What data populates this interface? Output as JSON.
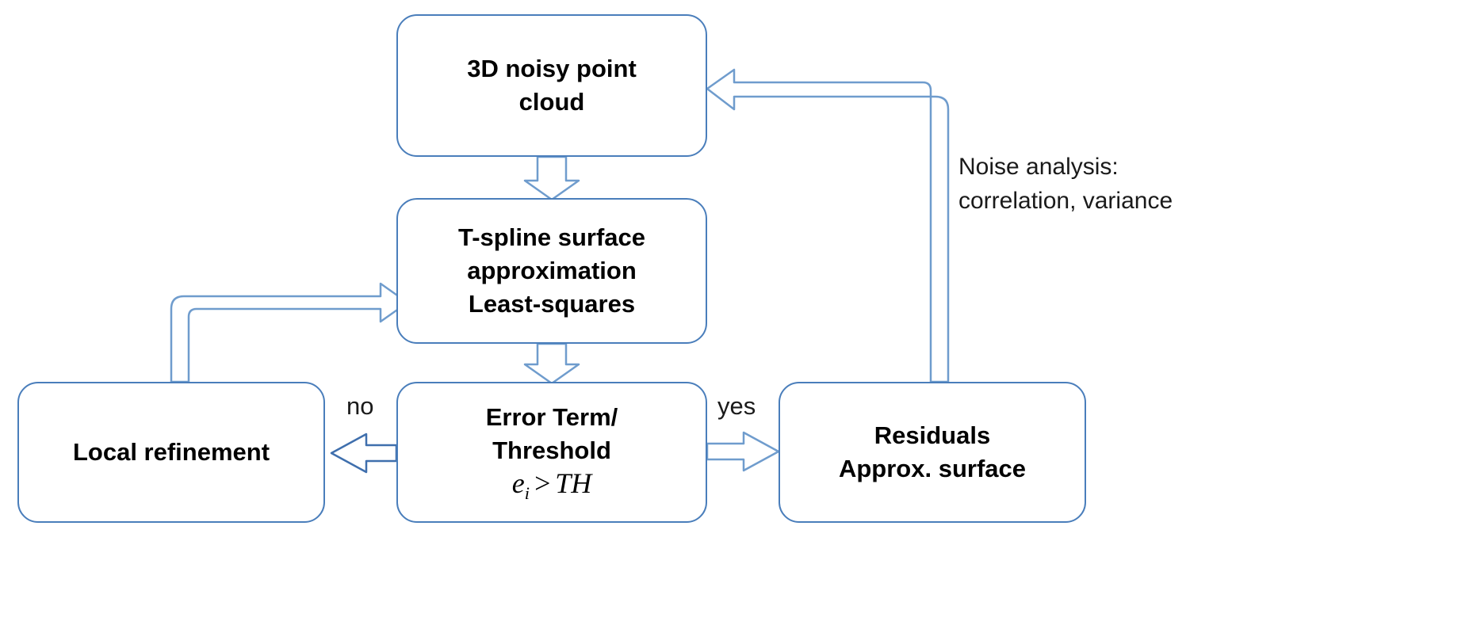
{
  "diagram": {
    "title": "T-spline surface approximation flowchart",
    "colors": {
      "node_border": "#4a7ebb",
      "arrow_stroke": "#4a7ebb",
      "arrow_stroke_light": "#8fb3d9",
      "text": "#000000",
      "background": "#ffffff"
    },
    "nodes": [
      {
        "id": "point-cloud",
        "lines": [
          "3D noisy point",
          "cloud"
        ]
      },
      {
        "id": "tspline",
        "lines": [
          "T-spline surface",
          "approximation",
          "Least-squares"
        ]
      },
      {
        "id": "error",
        "lines": [
          "Error Term/",
          "Threshold"
        ],
        "formula": {
          "var": "e",
          "sub": "i",
          "op": ">",
          "rhs": "TH"
        }
      },
      {
        "id": "local",
        "lines": [
          "Local refinement"
        ]
      },
      {
        "id": "residuals",
        "lines": [
          "Residuals",
          "Approx. surface"
        ]
      }
    ],
    "edge_labels": {
      "no": "no",
      "yes": "yes",
      "noise_line1": "Noise analysis:",
      "noise_line2": "correlation, variance"
    }
  }
}
